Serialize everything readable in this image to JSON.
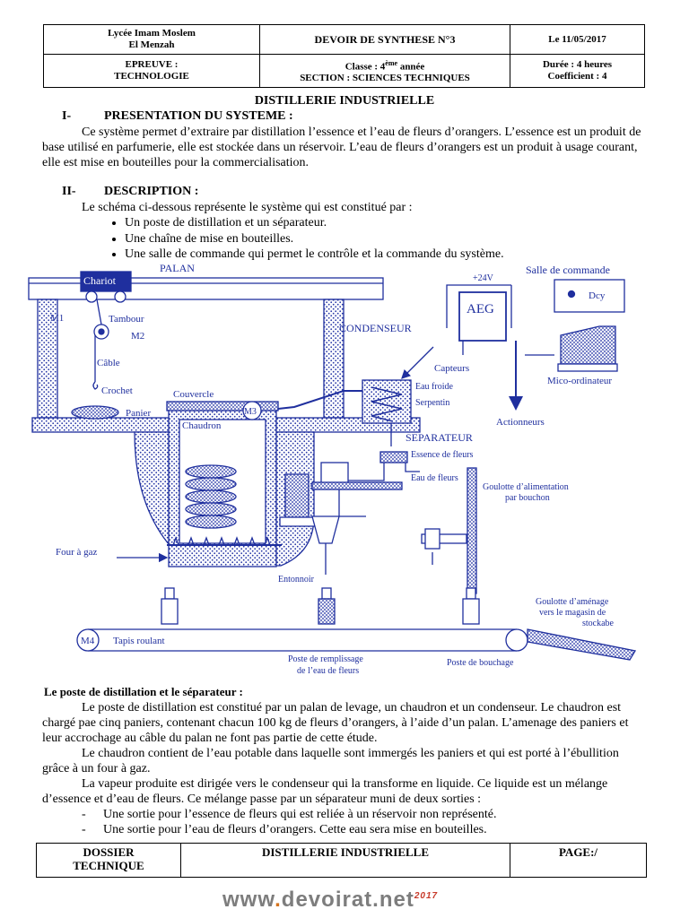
{
  "header": {
    "school_line1": "Lycée Imam Moslem",
    "school_line2": "El Menzah",
    "exam_title": "DEVOIR DE SYNTHESE N°3",
    "date": "Le 11/05/2017",
    "subject_line1": "EPREUVE :",
    "subject_line2": "TECHNOLOGIE",
    "class_prefix": "Classe : 4",
    "class_sup": "ème",
    "class_suffix": " année",
    "section": "SECTION : SCIENCES TECHNIQUES",
    "duration": "Durée : 4 heures",
    "coefficient": "Coefficient : 4"
  },
  "doc_title": "DISTILLERIE INDUSTRIELLE",
  "section1": {
    "number": "I-",
    "title": "PRESENTATION DU SYSTEME :",
    "text": "Ce système permet d’extraire par distillation l’essence et l’eau de fleurs d’orangers. L’essence est un produit de base utilisé en parfumerie, elle est stockée dans un réservoir. L’eau de fleurs d’orangers est un produit à usage courant, elle est mise en bouteilles pour la commercialisation."
  },
  "section2": {
    "number": "II-",
    "title": "DESCRIPTION :",
    "intro": "Le schéma ci-dessous représente le système qui est constitué par :",
    "bullets": [
      "Un poste de distillation et un séparateur.",
      "Une chaîne de mise en bouteilles.",
      "Une salle de commande qui permet le contrôle et la commande du système."
    ]
  },
  "diagram": {
    "chariot": "Chariot",
    "palan": "PALAN",
    "m1": "M1",
    "tambour": "Tambour",
    "m2": "M2",
    "cable": "Câble",
    "crochet": "Crochet",
    "couvercle": "Couvercle",
    "panier": "Panier",
    "chaudron": "Chaudron",
    "m3": "M3",
    "condenseur": "CONDENSEUR",
    "eau_froide": "Eau froide",
    "serpentin": "Serpentin",
    "separateur": "SEPARATEUR",
    "essence": "Essence de fleurs",
    "eau_fleurs": "Eau de fleurs",
    "goulotte_alim_1": "Goulotte d’alimentation",
    "goulotte_alim_2": "par bouchon",
    "four": "Four à gaz",
    "entonnoir": "Entonnoir",
    "salle": "Salle de commande",
    "v24": "+24V",
    "aeg": "AEG",
    "dcy": "Dcy",
    "capteurs": "Capteurs",
    "micro": "Mico-ordinateur",
    "actionneurs": "Actionneurs",
    "goulotte_am_1": "Goulotte d’aménage",
    "goulotte_am_2": "vers le magasin de",
    "goulotte_am_3": "stockabe",
    "m4": "M4",
    "tapis": "Tapis roulant",
    "remplissage_1": "Poste de remplissage",
    "remplissage_2": "de l’eau de fleurs",
    "bouchage": "Poste de bouchage"
  },
  "section3": {
    "title": "Le poste de distillation et le séparateur :",
    "p1": "Le poste de distillation est constitué par un palan de levage, un chaudron et un condenseur. Le chaudron est chargé pae cinq paniers, contenant chacun 100 kg de fleurs d’orangers, à l’aide d’un palan. L’amenage des paniers et leur accrochage au câble du palan ne font pas partie de cette étude.",
    "p2": "Le chaudron contient de l’eau potable dans laquelle sont immergés les paniers et qui est porté à l’ébullition grâce à un four à gaz.",
    "p3": "La vapeur produite est dirigée vers le condenseur qui la transforme en liquide. Ce liquide est un mélange d’essence et d’eau de fleurs. Ce mélange passe par un séparateur muni de deux sorties :",
    "dash1": "Une sortie pour l’essence de fleurs qui est reliée à un réservoir non représenté.",
    "dash2": "Une sortie pour l’eau de fleurs d’orangers. Cette eau sera mise en bouteilles."
  },
  "footer": {
    "dossier_1": "DOSSIER",
    "dossier_2": "TECHNIQUE",
    "title": "DISTILLERIE INDUSTRIELLE",
    "page": "PAGE:/"
  },
  "watermark": {
    "prefix": "www",
    "dot": ".",
    "name": "devoirat",
    "tld": ".net",
    "year": "2017"
  },
  "colors": {
    "diagram_blue": "#1f2f9e",
    "hatch_blue": "#2a3aa8",
    "watermark_grey": "#7d7d7d"
  }
}
